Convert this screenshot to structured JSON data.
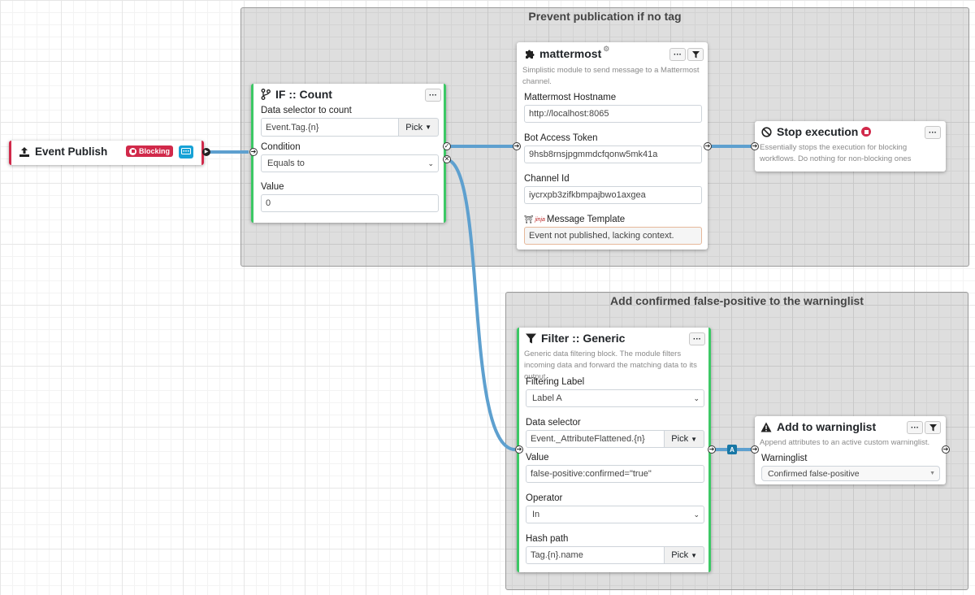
{
  "frames": {
    "prevent": {
      "title": "Prevent publication if no tag"
    },
    "warninglist": {
      "title": "Add confirmed false-positive to the warninglist"
    }
  },
  "event_publish": {
    "title": "Event Publish",
    "icon": "upload-icon",
    "blocking_label": "Blocking",
    "chat_icon": "chat-icon"
  },
  "if_count": {
    "title": "IF :: Count",
    "icon": "branch-icon",
    "selector_label": "Data selector to count",
    "selector_value": "Event.Tag.{n}",
    "pick_label": "Pick",
    "condition_label": "Condition",
    "condition_value": "Equals to",
    "value_label": "Value",
    "value_value": "0"
  },
  "mattermost": {
    "title": "mattermost",
    "icon": "puzzle-icon",
    "description": "Simplistic module to send message to a Mattermost channel.",
    "hostname_label": "Mattermost Hostname",
    "hostname_value": "http://localhost:8065",
    "token_label": "Bot Access Token",
    "token_value": "9hsb8rnsjpgmmdcfqonw5mk41a",
    "channel_label": "Channel Id",
    "channel_value": "iycrxpb3zifkbmpajbwo1axgea",
    "jinja_tag": "jinja",
    "template_label": "Message Template",
    "template_value": "Event not published, lacking context."
  },
  "stop_execution": {
    "title": "Stop execution",
    "icon": "ban-icon",
    "description": "Essentially stops the execution for blocking workflows. Do nothing for non-blocking ones"
  },
  "filter": {
    "title": "Filter :: Generic",
    "icon": "funnel-icon",
    "description": "Generic data filtering block. The module filters incoming data and forward the matching data to its output.",
    "filtering_label": "Filtering Label",
    "filtering_value": "Label A",
    "selector_label": "Data selector",
    "selector_value": "Event._AttributeFlattened.{n}",
    "pick_label": "Pick",
    "value_label": "Value",
    "value_value": "false-positive:confirmed=\"true\"",
    "operator_label": "Operator",
    "operator_value": "In",
    "hash_label": "Hash path",
    "hash_value": "Tag.{n}.name",
    "hash_pick_label": "Pick",
    "output_badge": "A"
  },
  "warninglist": {
    "title": "Add to warninglist",
    "icon": "warning-icon",
    "description": "Append attributes to an active custom warninglist.",
    "list_label": "Warninglist",
    "list_value": "Confirmed false-positive"
  },
  "colors": {
    "connector": "#5ea0cf",
    "accent_green": "#3cc865",
    "blocking": "#d1294a",
    "chat": "#17a2d6"
  }
}
